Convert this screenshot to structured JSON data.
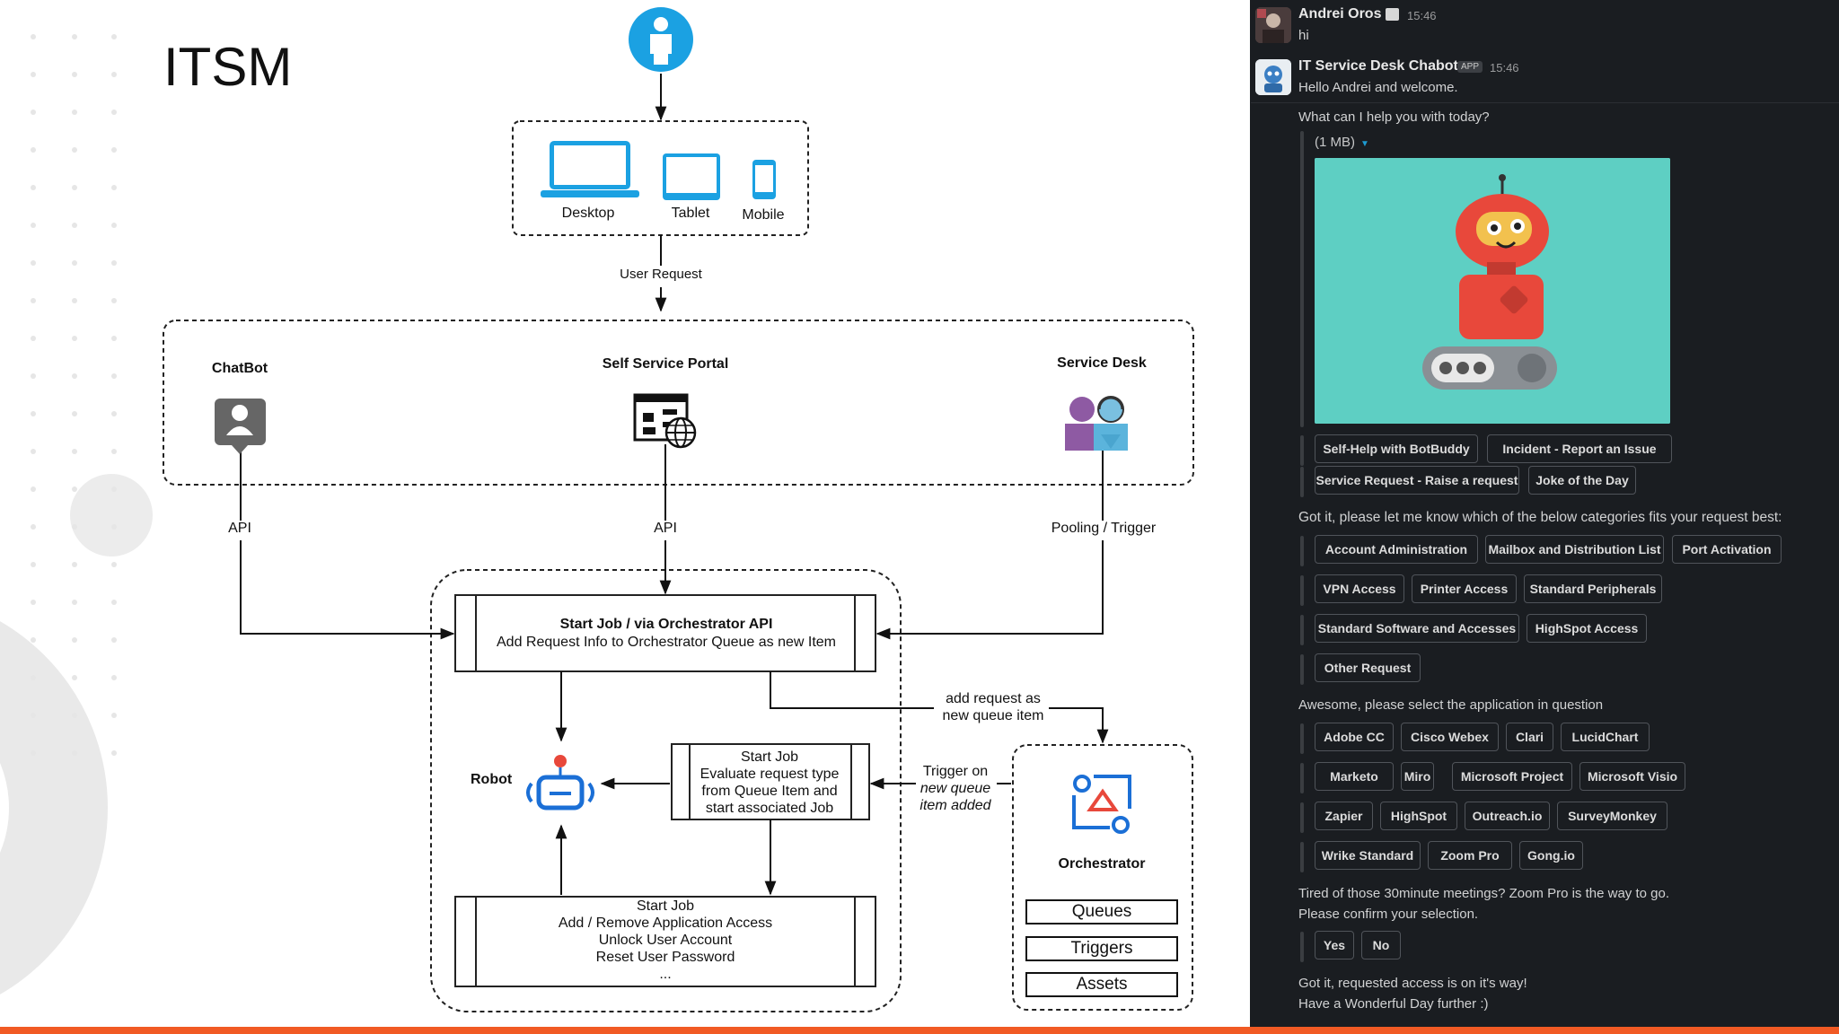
{
  "diagram": {
    "title": "ITSM",
    "devices": {
      "desktop": "Desktop",
      "tablet": "Tablet",
      "mobile": "Mobile"
    },
    "user_request": "User Request",
    "channels": {
      "chatbot": "ChatBot",
      "portal": "Self Service Portal",
      "service_desk": "Service Desk"
    },
    "link_labels": {
      "api_left": "API",
      "api_mid": "API",
      "pooling": "Pooling / Trigger"
    },
    "start_job_api": {
      "title": "Start Job / via Orchestrator API",
      "text": "Add Request Info to Orchestrator Queue as new Item"
    },
    "add_request": {
      "line1": "add request as",
      "line2": "new queue item"
    },
    "robot": "Robot",
    "evaluate_job": {
      "title": "Start Job",
      "line1": "Evaluate request type",
      "line2": "from Queue Item and",
      "line3": "start associated Job"
    },
    "trigger": {
      "line1": "Trigger on",
      "line2": "new queue",
      "line3": "item added"
    },
    "access_job": {
      "title": "Start Job",
      "line1": "Add / Remove Application Access",
      "line2": "Unlock User Account",
      "line3": "Reset User Password",
      "line4": "..."
    },
    "orchestrator": {
      "label": "Orchestrator",
      "queues": "Queues",
      "triggers": "Triggers",
      "assets": "Assets"
    }
  },
  "chat": {
    "msg1": {
      "author": "Andrei Oros",
      "time": "15:46",
      "text": "hi"
    },
    "msg2": {
      "author": "IT Service Desk Chabot",
      "badge": "APP",
      "time": "15:46",
      "text": "Hello Andrei and welcome."
    },
    "question": "What can I help you with today?",
    "attachment_size": "(1 MB)",
    "menu": [
      "Self-Help with BotBuddy",
      "Incident - Report an Issue",
      "Service Request - Raise a request",
      "Joke of the Day"
    ],
    "categories_prompt": "Got it, please let me know which of the below categories fits your request best:",
    "categories": [
      "Account Administration",
      "Mailbox and Distribution List",
      "Port Activation",
      "VPN Access",
      "Printer Access",
      "Standard Peripherals",
      "Standard Software and Accesses",
      "HighSpot Access",
      "Other Request"
    ],
    "apps_prompt": "Awesome, please select the application in question",
    "apps": [
      "Adobe CC",
      "Cisco Webex",
      "Clari",
      "LucidChart",
      "Marketo",
      "Miro",
      "Microsoft Project",
      "Microsoft Visio",
      "Zapier",
      "HighSpot",
      "Outreach.io",
      "SurveyMonkey",
      "Wrike Standard",
      "Zoom Pro",
      "Gong.io"
    ],
    "confirm_line1": "Tired of those 30minute meetings? Zoom Pro is the way to go.",
    "confirm_line2": "Please confirm your selection.",
    "yes": "Yes",
    "no": "No",
    "final_line1": "Got it, requested access is on it's way!",
    "final_line2": "Have a Wonderful Day further :)"
  },
  "colors": {
    "accent_blue": "#1ba1e2",
    "chat_bg": "#1a1d21",
    "robot_bg": "#5ecfc3",
    "robot_red": "#e8483b",
    "bottom_bar": "#f15a24",
    "portal_purple": "#8e5aa3"
  },
  "icons": [
    "user-icon",
    "desktop-icon",
    "tablet-icon",
    "mobile-icon",
    "chatbot-icon",
    "portal-icon",
    "service-desk-icon",
    "robot-icon",
    "orchestrator-icon"
  ]
}
